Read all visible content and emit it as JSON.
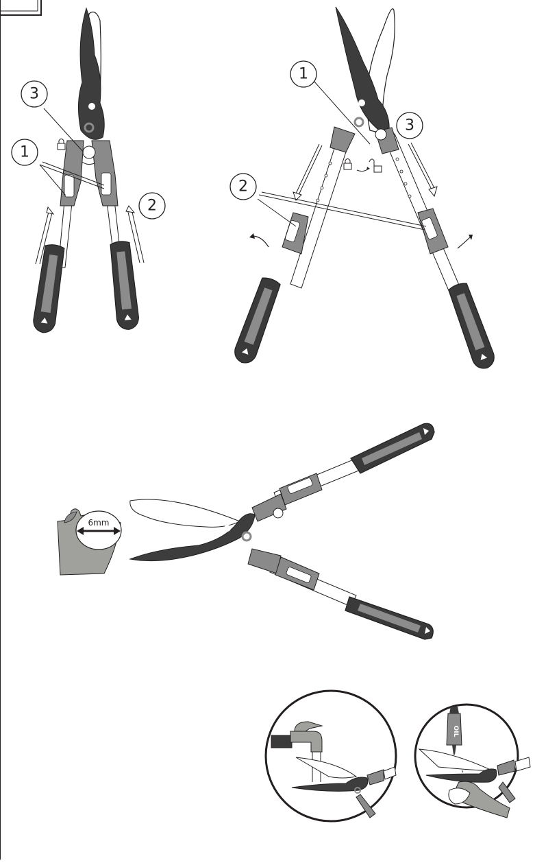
{
  "figure_1": {
    "callouts": [
      "1",
      "2",
      "3"
    ]
  },
  "figure_2": {
    "callouts": [
      "1",
      "2",
      "3"
    ]
  },
  "figure_3": {
    "branch_diameter": "6mm"
  },
  "figure_4": {
    "oil_bottle_label": "OIL"
  },
  "colors": {
    "blade": "#3d3d3d",
    "grip_dark": "#3a3a3a",
    "grip_light": "#8c8c8c",
    "collar": "#8a8a8a",
    "line": "#231f20"
  }
}
